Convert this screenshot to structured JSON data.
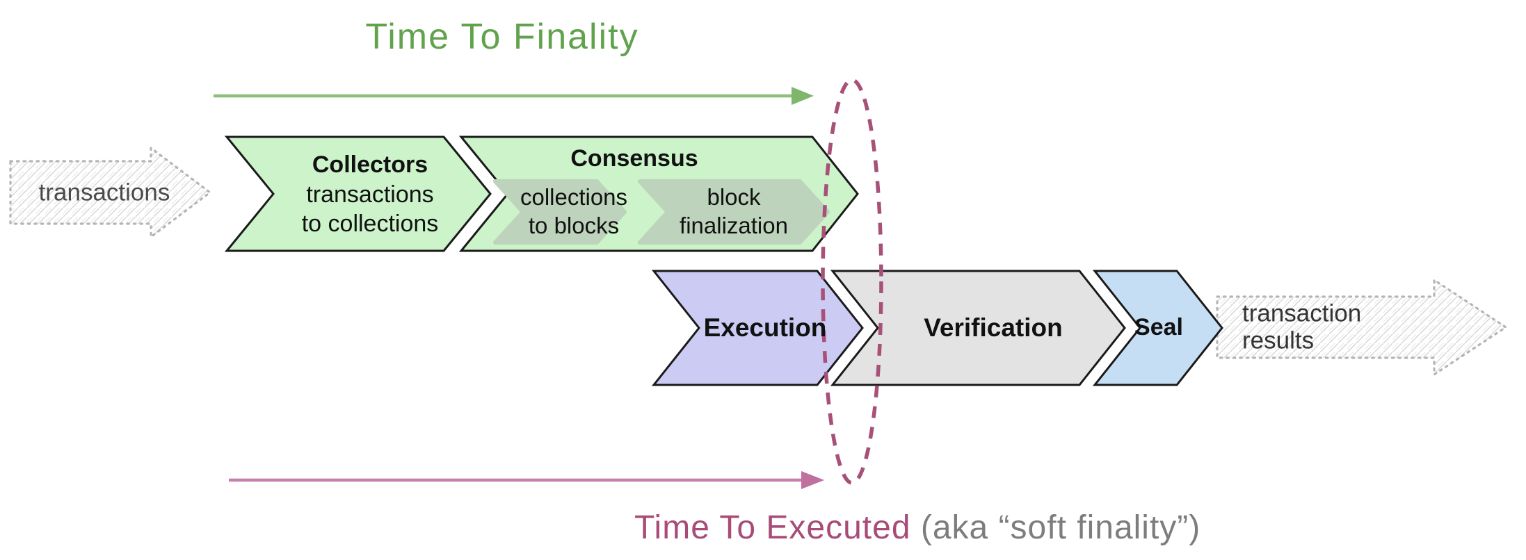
{
  "diagram": {
    "background": "#ffffff",
    "outline_color": "#1a1a1a",
    "label_text_color": "#111111"
  },
  "titles": {
    "finality": {
      "text": "Time To Finality",
      "color": "#61a24c"
    },
    "executed": {
      "text": "Time To Executed",
      "color": "#a84b78",
      "suffix": " (aka “soft finality”)",
      "suffix_color": "#7d7d7d"
    }
  },
  "io": {
    "input_label": "transactions",
    "input_text_color": "#4a4a4a",
    "output_label": "transaction\nresults",
    "output_text_color": "#333333",
    "sketch_border_color": "#b5b5b5",
    "sketch_hatch_color": "#d9d9d9"
  },
  "stages": {
    "collectors": {
      "name": "Collectors",
      "detail": "transactions\nto collections",
      "fill": "#cdf3cb"
    },
    "consensus": {
      "name": "Consensus",
      "fill": "#cdf3cb",
      "sub_fill": "#bdd3bb",
      "steps": [
        {
          "label": "collections\nto blocks"
        },
        {
          "label": "block\nfinalization"
        }
      ]
    },
    "execution": {
      "name": "Execution",
      "fill": "#cbcbf3"
    },
    "verification": {
      "name": "Verification",
      "fill": "#e3e3e3"
    },
    "seal": {
      "name": "Seal",
      "fill": "#c5def4"
    }
  },
  "annotations": {
    "finality_arrow_color": "#8cc07a",
    "finality_arrowhead_color": "#7fb66c",
    "executed_arrow_color": "#c77fae",
    "executed_arrowhead_color": "#c0709f",
    "ellipse_color": "#a75179"
  }
}
